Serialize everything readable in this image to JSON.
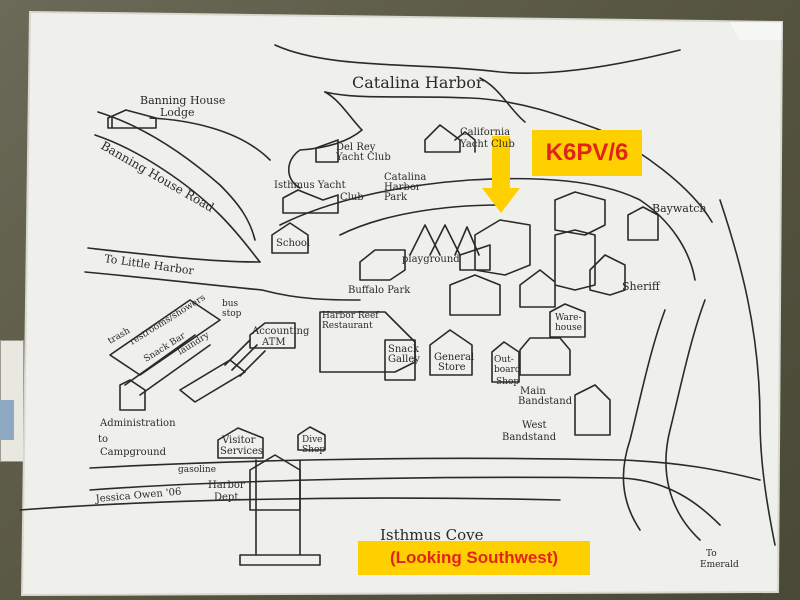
{
  "overlay": {
    "callsign": "K6PV/6",
    "view_direction": "(Looking Southwest)",
    "highlight_color": "#ffd000",
    "text_color": "#e0241c"
  },
  "map_labels": {
    "catalina_harbor": "Catalina Harbor",
    "banning_house_lodge_1": "Banning House",
    "banning_house_lodge_2": "Lodge",
    "banning_house_road": "Banning House Road",
    "california_yacht_club_1": "California",
    "california_yacht_club_2": "Yacht Club",
    "del_rey_yacht_club_1": "Del Rey",
    "del_rey_yacht_club_2": "Yacht Club",
    "catalina_harbor_park_1": "Catalina",
    "catalina_harbor_park_2": "Harbor",
    "catalina_harbor_park_3": "Park",
    "isthmus_yacht_club_1": "Isthmus Yacht",
    "isthmus_yacht_club_2": "Club",
    "school": "School",
    "baywatch": "Baywatch",
    "to_little_harbor": "To Little Harbor",
    "playground": "playground",
    "buffalo_park": "Buffalo Park",
    "sheriff": "Sheriff",
    "warehouse_1": "Ware-",
    "warehouse_2": "house",
    "trash": "trash",
    "restrooms": "restrooms/showers",
    "snack_bar": "Snack Bar",
    "laundry": "laundry",
    "bus_stop_1": "bus",
    "bus_stop_2": "stop",
    "accounting_1": "Accounting",
    "accounting_2": "ATM",
    "harbor_reef_1": "Harbor Reef",
    "harbor_reef_2": "Restaurant",
    "snack_galley_1": "Snack",
    "snack_galley_2": "Galley",
    "general_store_1": "General",
    "general_store_2": "Store",
    "outboard_shop_1": "Out-",
    "outboard_shop_2": "board",
    "outboard_shop_3": "Shop",
    "main_bandstand_1": "Main",
    "main_bandstand_2": "Bandstand",
    "west_bandstand_1": "West",
    "west_bandstand_2": "Bandstand",
    "administration": "Administration",
    "to_campground_1": "to",
    "to_campground_2": "Campground",
    "visitor_services_1": "Visitor",
    "visitor_services_2": "Services",
    "dive_shop_1": "Dive",
    "dive_shop_2": "Shop",
    "gasoline": "gasoline",
    "harbor_dept_1": "Harbor",
    "harbor_dept_2": "Dept.",
    "author_credit": "Jessica Owen '06",
    "isthmus_cove": "Isthmus Cove",
    "to_emerald_1": "To",
    "to_emerald_2": "Emerald"
  }
}
